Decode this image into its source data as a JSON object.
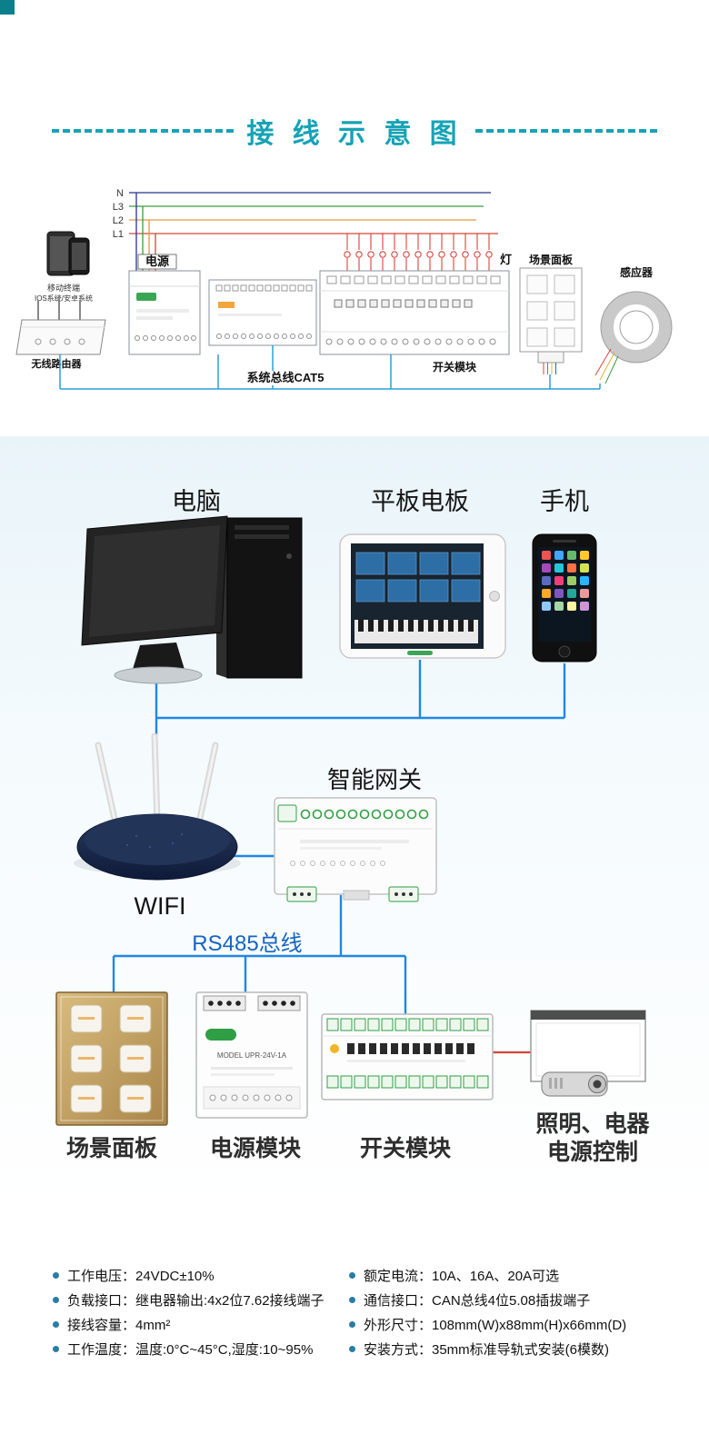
{
  "title": "接 线 示 意 图",
  "schematic": {
    "line_n": "N",
    "line_l3": "L3",
    "line_l2": "L2",
    "line_l1": "L1",
    "power": "电源",
    "mobile_line1": "移动终端",
    "mobile_line2": "IOS系统/安卓系统",
    "router": "无线路由器",
    "bus": "系统总线CAT5",
    "switch_module": "开关模块",
    "lamp": "灯",
    "scene_panel": "场景面板",
    "sensor": "感应器"
  },
  "middle": {
    "computer": "电脑",
    "tablet": "平板电板",
    "phone": "手机",
    "gateway": "智能网关",
    "wifi": "WIFI",
    "rs485_bus": "RS485总线",
    "scene_panel": "场景面板",
    "power_module": "电源模块",
    "power_module_model": "MODEL UPR-24V-1A",
    "switch_module": "开关模块",
    "lighting_line1": "照明、电器",
    "lighting_line2": "电源控制"
  },
  "specs": {
    "left": [
      "工作电压：24VDC±10%",
      "负载接口：继电器输出:4x2位7.62接线端子",
      "接线容量：4mm²",
      "工作温度：温度:0°C~45°C,湿度:10~95%"
    ],
    "right": [
      "额定电流：10A、16A、20A可选",
      "通信接口：CAN总线4位5.08插拔端子",
      "外形尺寸：108mm(W)x88mm(H)x66mm(D)",
      "安装方式：35mm标准导轨式安装(6模数)"
    ]
  },
  "colors": {
    "accent_teal": "#16a3b5",
    "connector_blue": "#1e88e5",
    "rs485_text_blue": "#1565c0",
    "wire_red": "#d84339",
    "wire_green": "#3d9b44",
    "wire_orange": "#e09a3c",
    "wire_navy": "#26348b"
  }
}
